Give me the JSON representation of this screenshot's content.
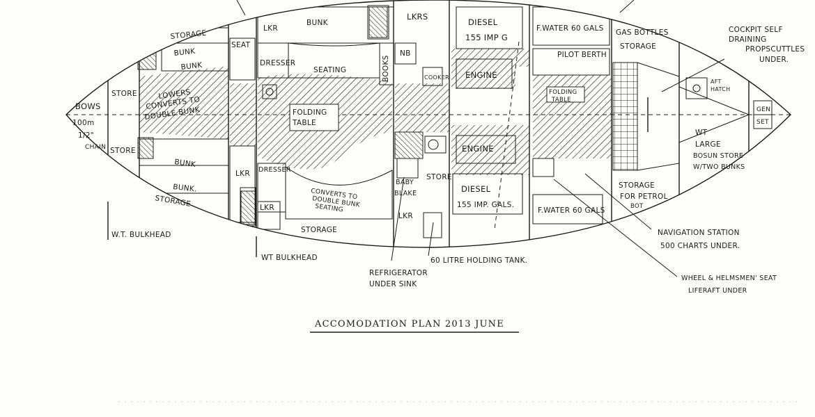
{
  "title": "ACCOMODATION PLAN 2013 JUNE",
  "labels": {
    "storage_fwd_top": "STORAGE",
    "bunk_fwd_top_1": "BUNK",
    "bunk_fwd_top_2": "BUNK",
    "seat_fwd": "SEAT",
    "lkr_top": "LKR",
    "bunk_top": "BUNK",
    "lkrs": "LKRS",
    "dresser_top": "DRESSER",
    "seating_top": "SEATING",
    "books": "BOOKS",
    "nb": "NB",
    "cooker": "COOKER",
    "store_port": "STORE",
    "store_stbd": "STORE",
    "lowers_1": "LOWERS",
    "lowers_2": "CONVERTS TO",
    "lowers_3": "DOUBLE BUNK",
    "bows": "BOWS",
    "chain_1": "100m",
    "chain_2": "1/2\"",
    "chain_3": "CHAIN",
    "folding_table_1": "FOLDING",
    "folding_table_2": "TABLE",
    "diesel_top_1": "DIESEL",
    "diesel_top_2": "155 IMP G",
    "engine_top": "ENGINE",
    "engine_bottom": "ENGINE",
    "diesel_bottom_1": "DIESEL",
    "diesel_bottom_2": "155 IMP. GALS.",
    "fwater_top": "F.WATER 60 GALS",
    "fwater_bottom": "F.WATER 60 GALS",
    "pilot_berth": "PILOT BERTH",
    "folding_table_aft_1": "FOLDING",
    "folding_table_aft_2": "TABLE",
    "gas_bottles_1": "GAS BOTTLES",
    "gas_bottles_2": "STORAGE",
    "cockpit_1": "COCKPIT SELF",
    "cockpit_2": "DRAINING",
    "cockpit_3": "PROPSCUTTLES",
    "cockpit_4": "UNDER.",
    "aft_hatch_1": "AFT",
    "aft_hatch_2": "HATCH",
    "gen_set_1": "GEN",
    "gen_set_2": "SET",
    "wt_large_1": "WT",
    "wt_large_2": "LARGE",
    "wt_large_3": "BOSUN STORE",
    "wt_large_4": "W/TWO BUNKS",
    "bunk_stbd_1": "BUNK",
    "bunk_stbd_2": "BUNK.",
    "storage_stbd": "STORAGE",
    "lkr_stbd_1": "LKR",
    "lkr_stbd_2": "LKR",
    "dresser_bottom": "DRESSER",
    "converts_1": "CONVERTS TO",
    "converts_2": "DOUBLE BUNK",
    "converts_3": "SEATING",
    "baby_blake_1": "BABY",
    "baby_blake_2": "BLAKE",
    "store_mid": "STORE",
    "lkr_bottom": "LKR",
    "storage_bottom": "STORAGE",
    "storage_petrol_1": "STORAGE",
    "storage_petrol_2": "FOR PETROL",
    "storage_petrol_3": "BOT",
    "wt_bulkhead_fwd": "W.T. BULKHEAD",
    "wt_bulkhead": "WT BULKHEAD",
    "refrig_1": "REFRIGERATOR",
    "refrig_2": "UNDER SINK",
    "holding_tank": "60 LITRE HOLDING TANK.",
    "nav_1": "NAVIGATION STATION",
    "nav_2": "500 CHARTS UNDER.",
    "wheel_1": "WHEEL & HELMSMEN' SEAT",
    "wheel_2": "LIFERAFT UNDER"
  }
}
